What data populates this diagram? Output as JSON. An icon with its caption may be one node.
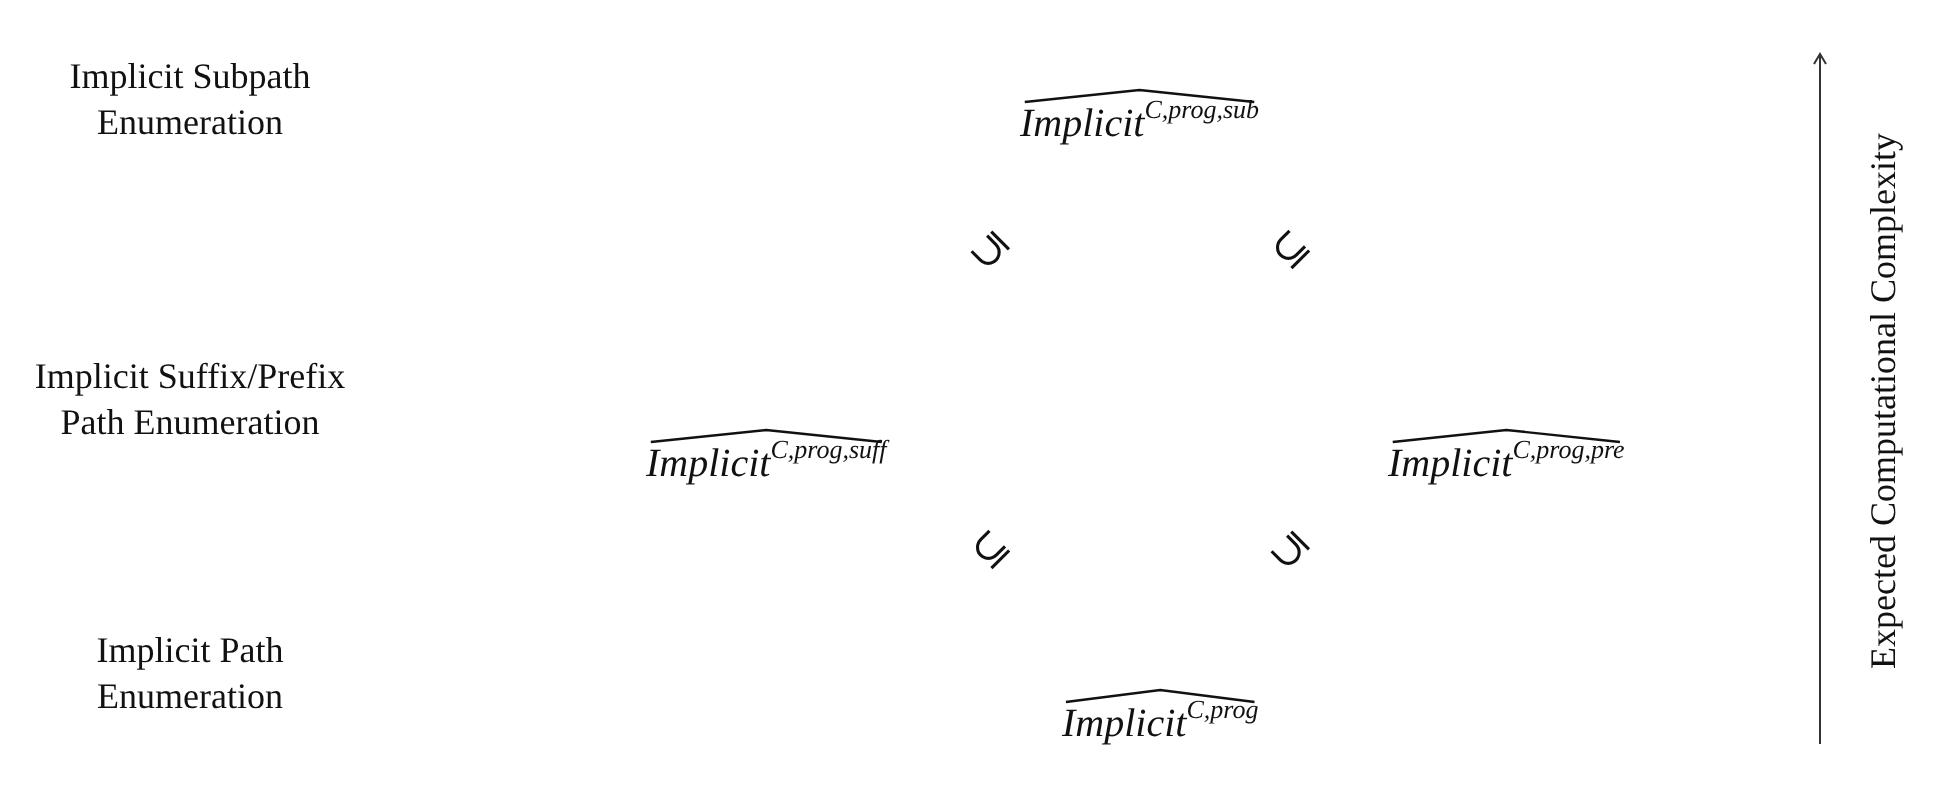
{
  "diagram": {
    "nodes": [
      {
        "text": [
          "Implicit$^{C,prog,sub}$"
        ]
      },
      {
        "text": [
          "Implicit$^{C,prog,suff}$"
        ]
      },
      {
        "text": [
          "Implicit$^{C,prog,pre}$"
        ]
      },
      {
        "text": [
          "Implicit$^{C,prog}$"
        ]
      }
    ],
    "labels": [
      "Implicit Subpath Enumeration",
      "Implicit Suffix/Prefix Path Enumeration",
      "Implicit Path Enumeration",
      "⊆",
      "⊆",
      "⊆",
      "⊆",
      "Expected Computational Complexity"
    ]
  }
}
